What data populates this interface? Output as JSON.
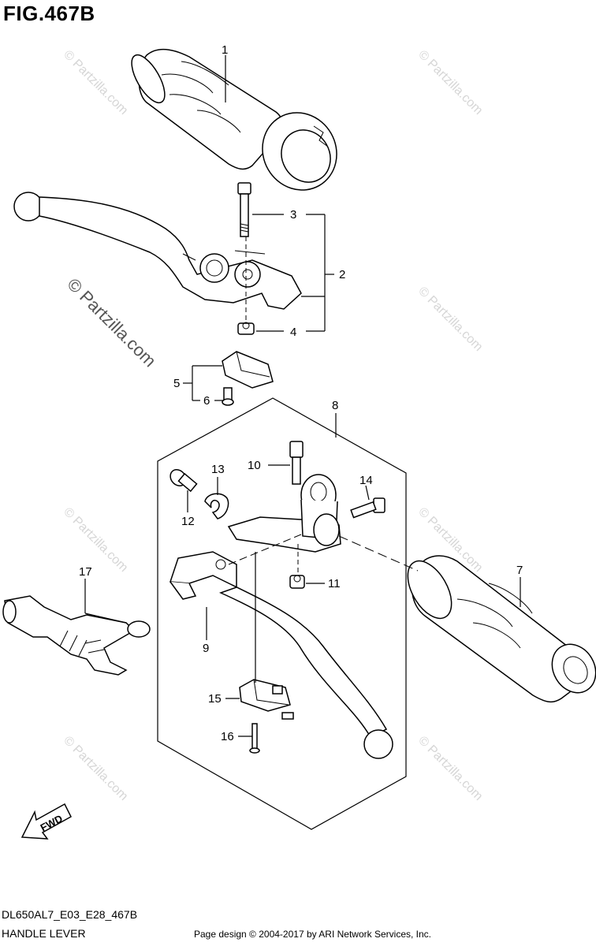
{
  "figure": {
    "title": "FIG.467B",
    "model_code": "DL650AL7_E03_E28_467B",
    "section_name": "HANDLE LEVER",
    "copyright": "Page design © 2004-2017 by ARI Network Services, Inc.",
    "fwd_label": "FWD"
  },
  "watermarks": {
    "small": "© Partzilla.com",
    "large": "© Partzilla.com"
  },
  "callouts": [
    {
      "num": "1",
      "part": "throttle grip"
    },
    {
      "num": "2",
      "part": "front brake lever assembly"
    },
    {
      "num": "3",
      "part": "bolt"
    },
    {
      "num": "4",
      "part": "nut"
    },
    {
      "num": "5",
      "part": "brake light switch"
    },
    {
      "num": "6",
      "part": "screw"
    },
    {
      "num": "7",
      "part": "handle grip"
    },
    {
      "num": "8",
      "part": "clutch lever assembly"
    },
    {
      "num": "9",
      "part": "clutch lever"
    },
    {
      "num": "10",
      "part": "bolt"
    },
    {
      "num": "11",
      "part": "nut"
    },
    {
      "num": "12",
      "part": "screw"
    },
    {
      "num": "13",
      "part": "washer"
    },
    {
      "num": "14",
      "part": "bolt"
    },
    {
      "num": "15",
      "part": "clutch switch"
    },
    {
      "num": "16",
      "part": "screw"
    },
    {
      "num": "17",
      "part": "throttle cable guide"
    }
  ]
}
